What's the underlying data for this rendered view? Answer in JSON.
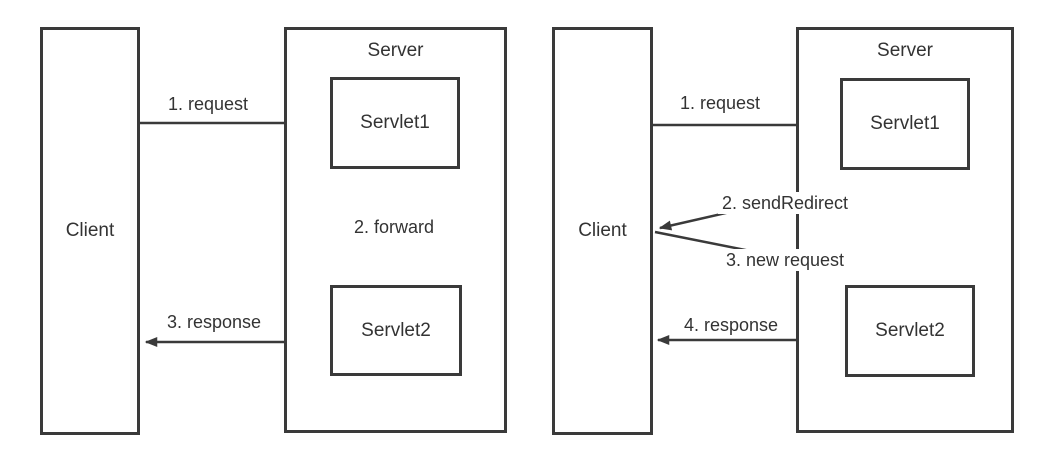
{
  "colors": {
    "line": "#3a3a3a",
    "text": "#333333",
    "background": "#ffffff"
  },
  "diagrams": [
    {
      "name": "forward-flow",
      "client_label": "Client",
      "server_label": "Server",
      "servlet1_label": "Servlet1",
      "servlet2_label": "Servlet2",
      "arrow_request": "1. request",
      "arrow_forward": "2. forward",
      "arrow_response": "3. response"
    },
    {
      "name": "sendredirect-flow",
      "client_label": "Client",
      "server_label": "Server",
      "servlet1_label": "Servlet1",
      "servlet2_label": "Servlet2",
      "arrow_request": "1. request",
      "arrow_send_redirect": "2. sendRedirect",
      "arrow_new_request": "3. new request",
      "arrow_response": "4. response"
    }
  ]
}
